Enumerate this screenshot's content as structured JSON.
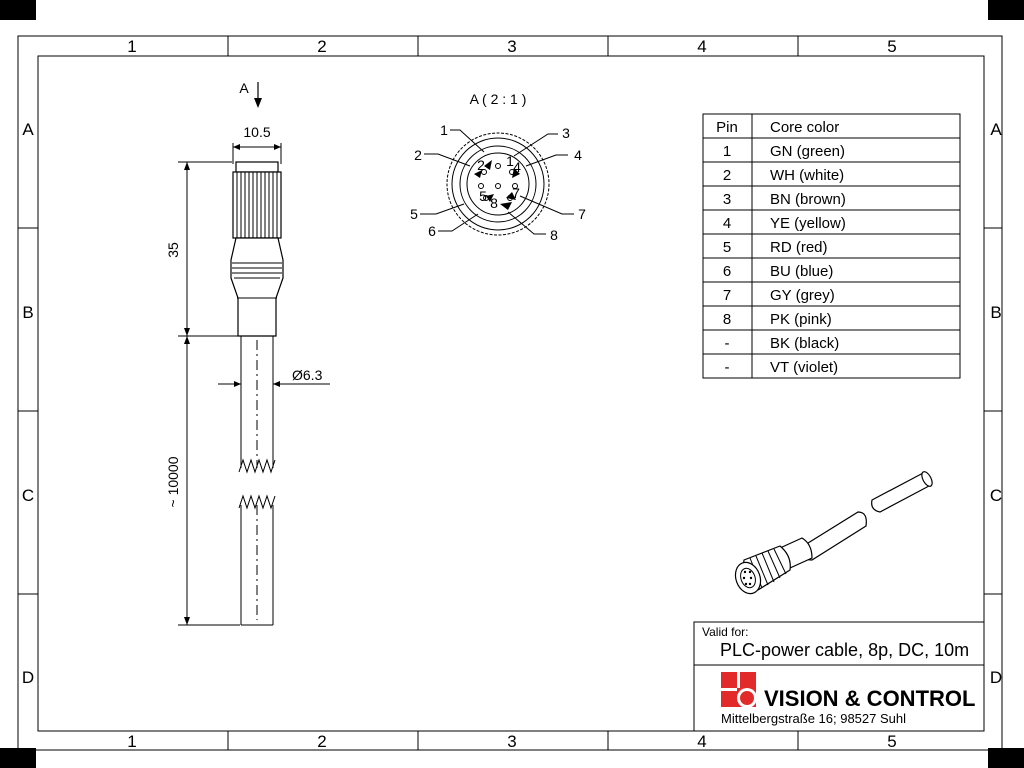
{
  "grid": {
    "columns": [
      "1",
      "2",
      "3",
      "4",
      "5"
    ],
    "rows": [
      "A",
      "B",
      "C",
      "D"
    ]
  },
  "view": {
    "arrow_label": "A",
    "detail_label": "A ( 2 : 1 )"
  },
  "dimensions": {
    "width_top": "10.5",
    "length_head": "35",
    "diameter": "Ø6.3",
    "length_cable": "~ 10000"
  },
  "pins": {
    "outer": [
      "1",
      "2",
      "3",
      "4",
      "5",
      "6",
      "7",
      "8"
    ],
    "inner": [
      "1",
      "2",
      "4",
      "5",
      "7",
      "8"
    ]
  },
  "pin_table": {
    "headers": [
      "Pin",
      "Core color"
    ],
    "rows": [
      {
        "pin": "1",
        "color": "GN (green)"
      },
      {
        "pin": "2",
        "color": "WH (white)"
      },
      {
        "pin": "3",
        "color": "BN (brown)"
      },
      {
        "pin": "4",
        "color": "YE (yellow)"
      },
      {
        "pin": "5",
        "color": "RD (red)"
      },
      {
        "pin": "6",
        "color": "BU (blue)"
      },
      {
        "pin": "7",
        "color": "GY (grey)"
      },
      {
        "pin": "8",
        "color": "PK (pink)"
      },
      {
        "pin": "-",
        "color": "BK (black)"
      },
      {
        "pin": "-",
        "color": "VT (violet)"
      }
    ]
  },
  "title_block": {
    "valid_for_label": "Valid for:",
    "product": "PLC-power cable, 8p, DC, 10m",
    "company": "VISION & CONTROL",
    "address": "Mittelbergstraße 16; 98527 Suhl"
  },
  "colors": {
    "logo_red": "#e32a2a",
    "corner_black": "#000000"
  }
}
